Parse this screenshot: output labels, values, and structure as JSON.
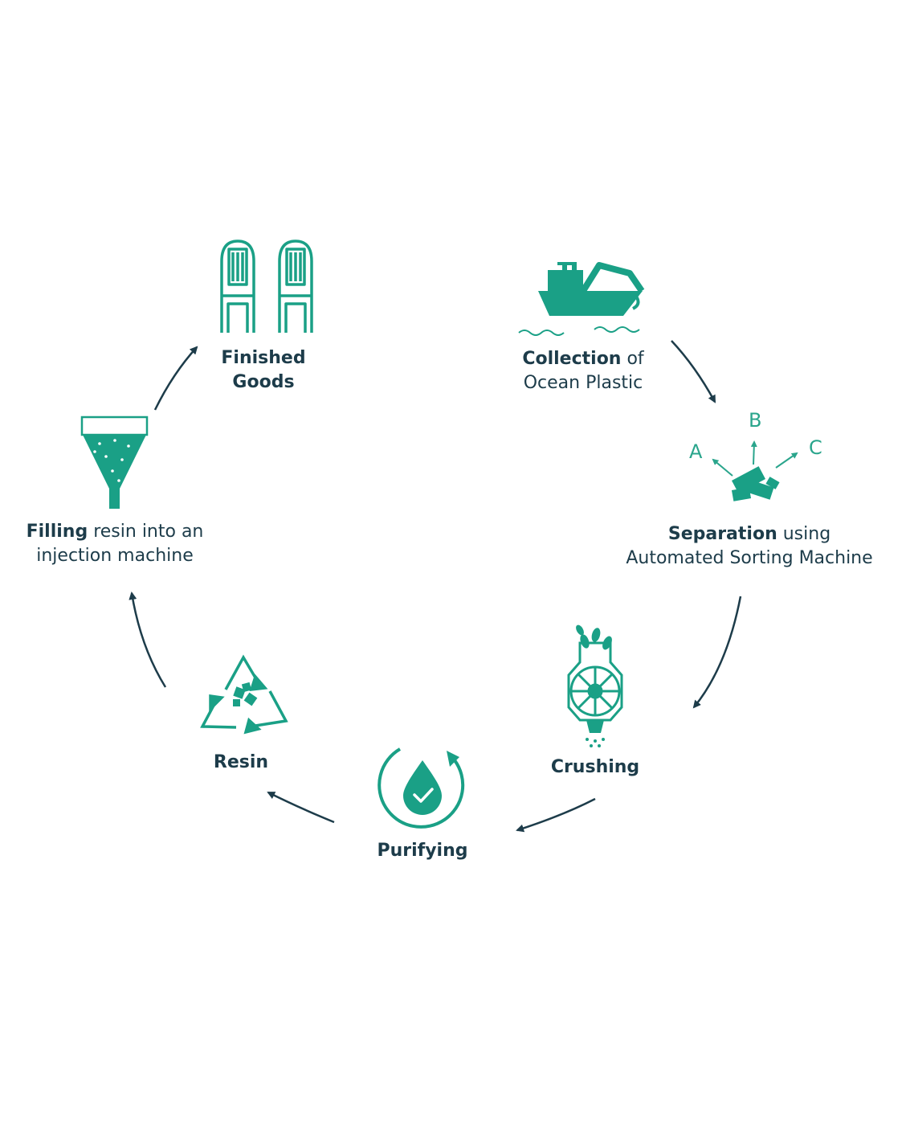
{
  "colors": {
    "accent": "#1aa086",
    "arrow": "#1d3c4a",
    "text": "#1d3c4a"
  },
  "steps": [
    {
      "id": "collection",
      "icon": "ship-crane-icon",
      "bold": "Collection",
      "rest": " of",
      "line2": "Ocean Plastic"
    },
    {
      "id": "separation",
      "icon": "sorting-icon",
      "bold": "Separation",
      "rest": " using",
      "line2": "Automated Sorting Machine",
      "sort_labels": [
        "A",
        "B",
        "C"
      ]
    },
    {
      "id": "crushing",
      "icon": "crusher-icon",
      "bold": "Crushing",
      "rest": "",
      "line2": ""
    },
    {
      "id": "purifying",
      "icon": "droplet-cycle-icon",
      "bold": "Purifying",
      "rest": "",
      "line2": ""
    },
    {
      "id": "resin",
      "icon": "recycle-icon",
      "bold": "Resin",
      "rest": "",
      "line2": ""
    },
    {
      "id": "filling",
      "icon": "hopper-icon",
      "bold": "Filling",
      "rest": " resin into an",
      "line2": "injection machine"
    },
    {
      "id": "finished",
      "icon": "chairs-icon",
      "bold": "Finished",
      "rest": "",
      "line2": "Goods"
    }
  ]
}
